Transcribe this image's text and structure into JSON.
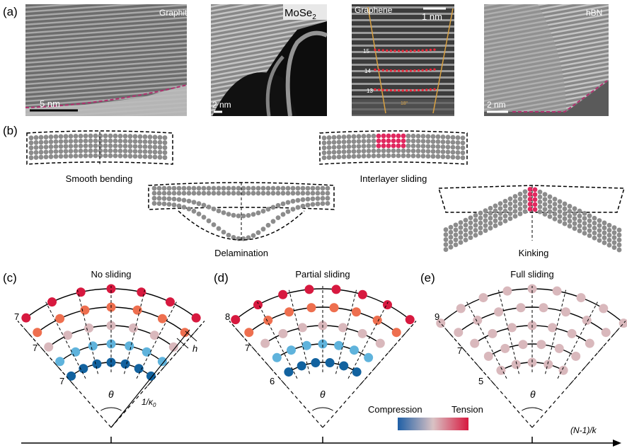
{
  "panel_a": {
    "letter": "(a)",
    "images": [
      {
        "label": "Graphite",
        "scale": "5 nm"
      },
      {
        "label": "MoSe",
        "label_sub": "2",
        "scale": "2 nm"
      },
      {
        "label": "Graphene",
        "scale": "1 nm",
        "layer_numbers": [
          "15",
          "14",
          "13"
        ],
        "angle_label": "18°"
      },
      {
        "label": "hBN",
        "scale": "2 nm"
      }
    ]
  },
  "panel_b": {
    "letter": "(b)",
    "schematics": [
      "Smooth bending",
      "Interlayer sliding",
      "Delamination",
      "Kinking"
    ]
  },
  "panel_cde": [
    {
      "letter": "(c)",
      "title": "No sliding",
      "row_counts": [
        "7",
        "7",
        "7"
      ],
      "theta": "θ",
      "radius_label": "1/κ",
      "radius_sub": "0",
      "h_label": "h"
    },
    {
      "letter": "(d)",
      "title": "Partial sliding",
      "row_counts": [
        "8",
        "7",
        "6"
      ],
      "theta": "θ"
    },
    {
      "letter": "(e)",
      "title": "Full sliding",
      "row_counts": [
        "9",
        "7",
        "5"
      ],
      "theta": "θ"
    }
  ],
  "colorbar": {
    "left_label": "Compression",
    "right_label": "Tension",
    "colors": [
      "#1f5fa6",
      "#d9c2c4",
      "#d7193f"
    ]
  },
  "axis": {
    "label": "(N-1)/k"
  },
  "colors": {
    "tension_strong": "#d7193f",
    "tension": "#ee6f4f",
    "neutral": "#d9b8bc",
    "compression_light": "#5fb3dc",
    "compression_strong": "#12629f",
    "atom_grey": "#8c8c8c",
    "highlight_pink": "#e0285f"
  }
}
